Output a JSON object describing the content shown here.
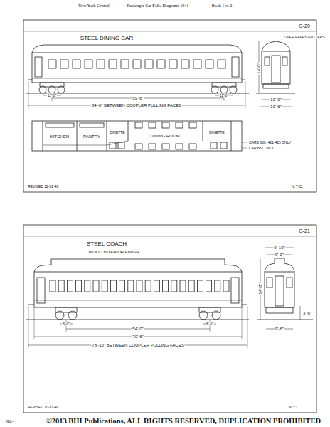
{
  "diagram": {
    "labels": [
      "New York Central",
      "Passenger Car Folio Diagrams 1941",
      "Book 1 of 2",
      "G-20",
      "STEEL DINING CAR",
      "OVER EAVES GUTTERS",
      "59'-6\"",
      "84'-6\" BETWEEN COUPLER PULLING FACES",
      "11'-0\"",
      "11'-0\"",
      "10'-0\"",
      "10'-6\"",
      "14'-0\"",
      "KITCHEN",
      "PANTRY",
      "DINETTE",
      "DINING ROOM",
      "DINETTE",
      "CARS 680, 421-425 ONLY",
      "CAR 681 ONLY",
      "REVISED 12-31-40",
      "N.Y.C.",
      "G-21",
      "STEEL COACH",
      "WOOD INTERIOR FINISH",
      "54'-0\"",
      "70'-6\"",
      "78'-10\" BETWEEN COUPLER PULLING FACES",
      "8'-0\"",
      "8'-0\"",
      "9'-10\"",
      "9'-0\"",
      "14'-0\"",
      "3'-6\"",
      "9'-6\"",
      "REVISED 10-31-40",
      "N.Y.C.",
      "-92-",
      "©2013 BHI Publications, ALL RIGHTS RESERVED, DUPLICATION PROHIBITED"
    ]
  }
}
